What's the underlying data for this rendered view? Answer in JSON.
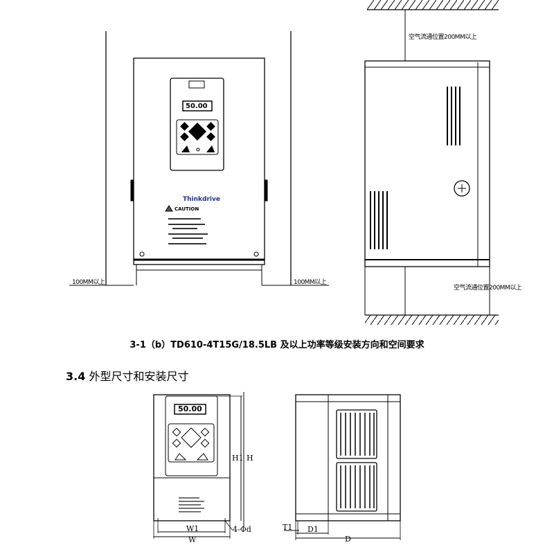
{
  "figure_top": {
    "front_view": {
      "display_value": "50.00",
      "brand": "Thinkdrive",
      "caution_title": "CAUTION",
      "clearance_left": "100MM以上",
      "clearance_right": "100MM以上"
    },
    "side_view": {
      "clearance_top": "空气流通位置200MM以上",
      "clearance_bottom": "空气流通位置200MM以上"
    },
    "caption": "3-1（b）TD610-4T15G/18.5LB 及以上功率等级安装方向和空间要求"
  },
  "section": {
    "number": "3.4",
    "title": "外型尺寸和安装尺寸"
  },
  "figure_bottom": {
    "front_view": {
      "display_value": "50.00",
      "dim_h1": "H1",
      "dim_h": "H",
      "dim_w1": "W1",
      "dim_w": "W",
      "dim_hole": "4-Φd"
    },
    "side_view": {
      "dim_t1": "T1",
      "dim_d1": "D1",
      "dim_d": "D"
    }
  }
}
